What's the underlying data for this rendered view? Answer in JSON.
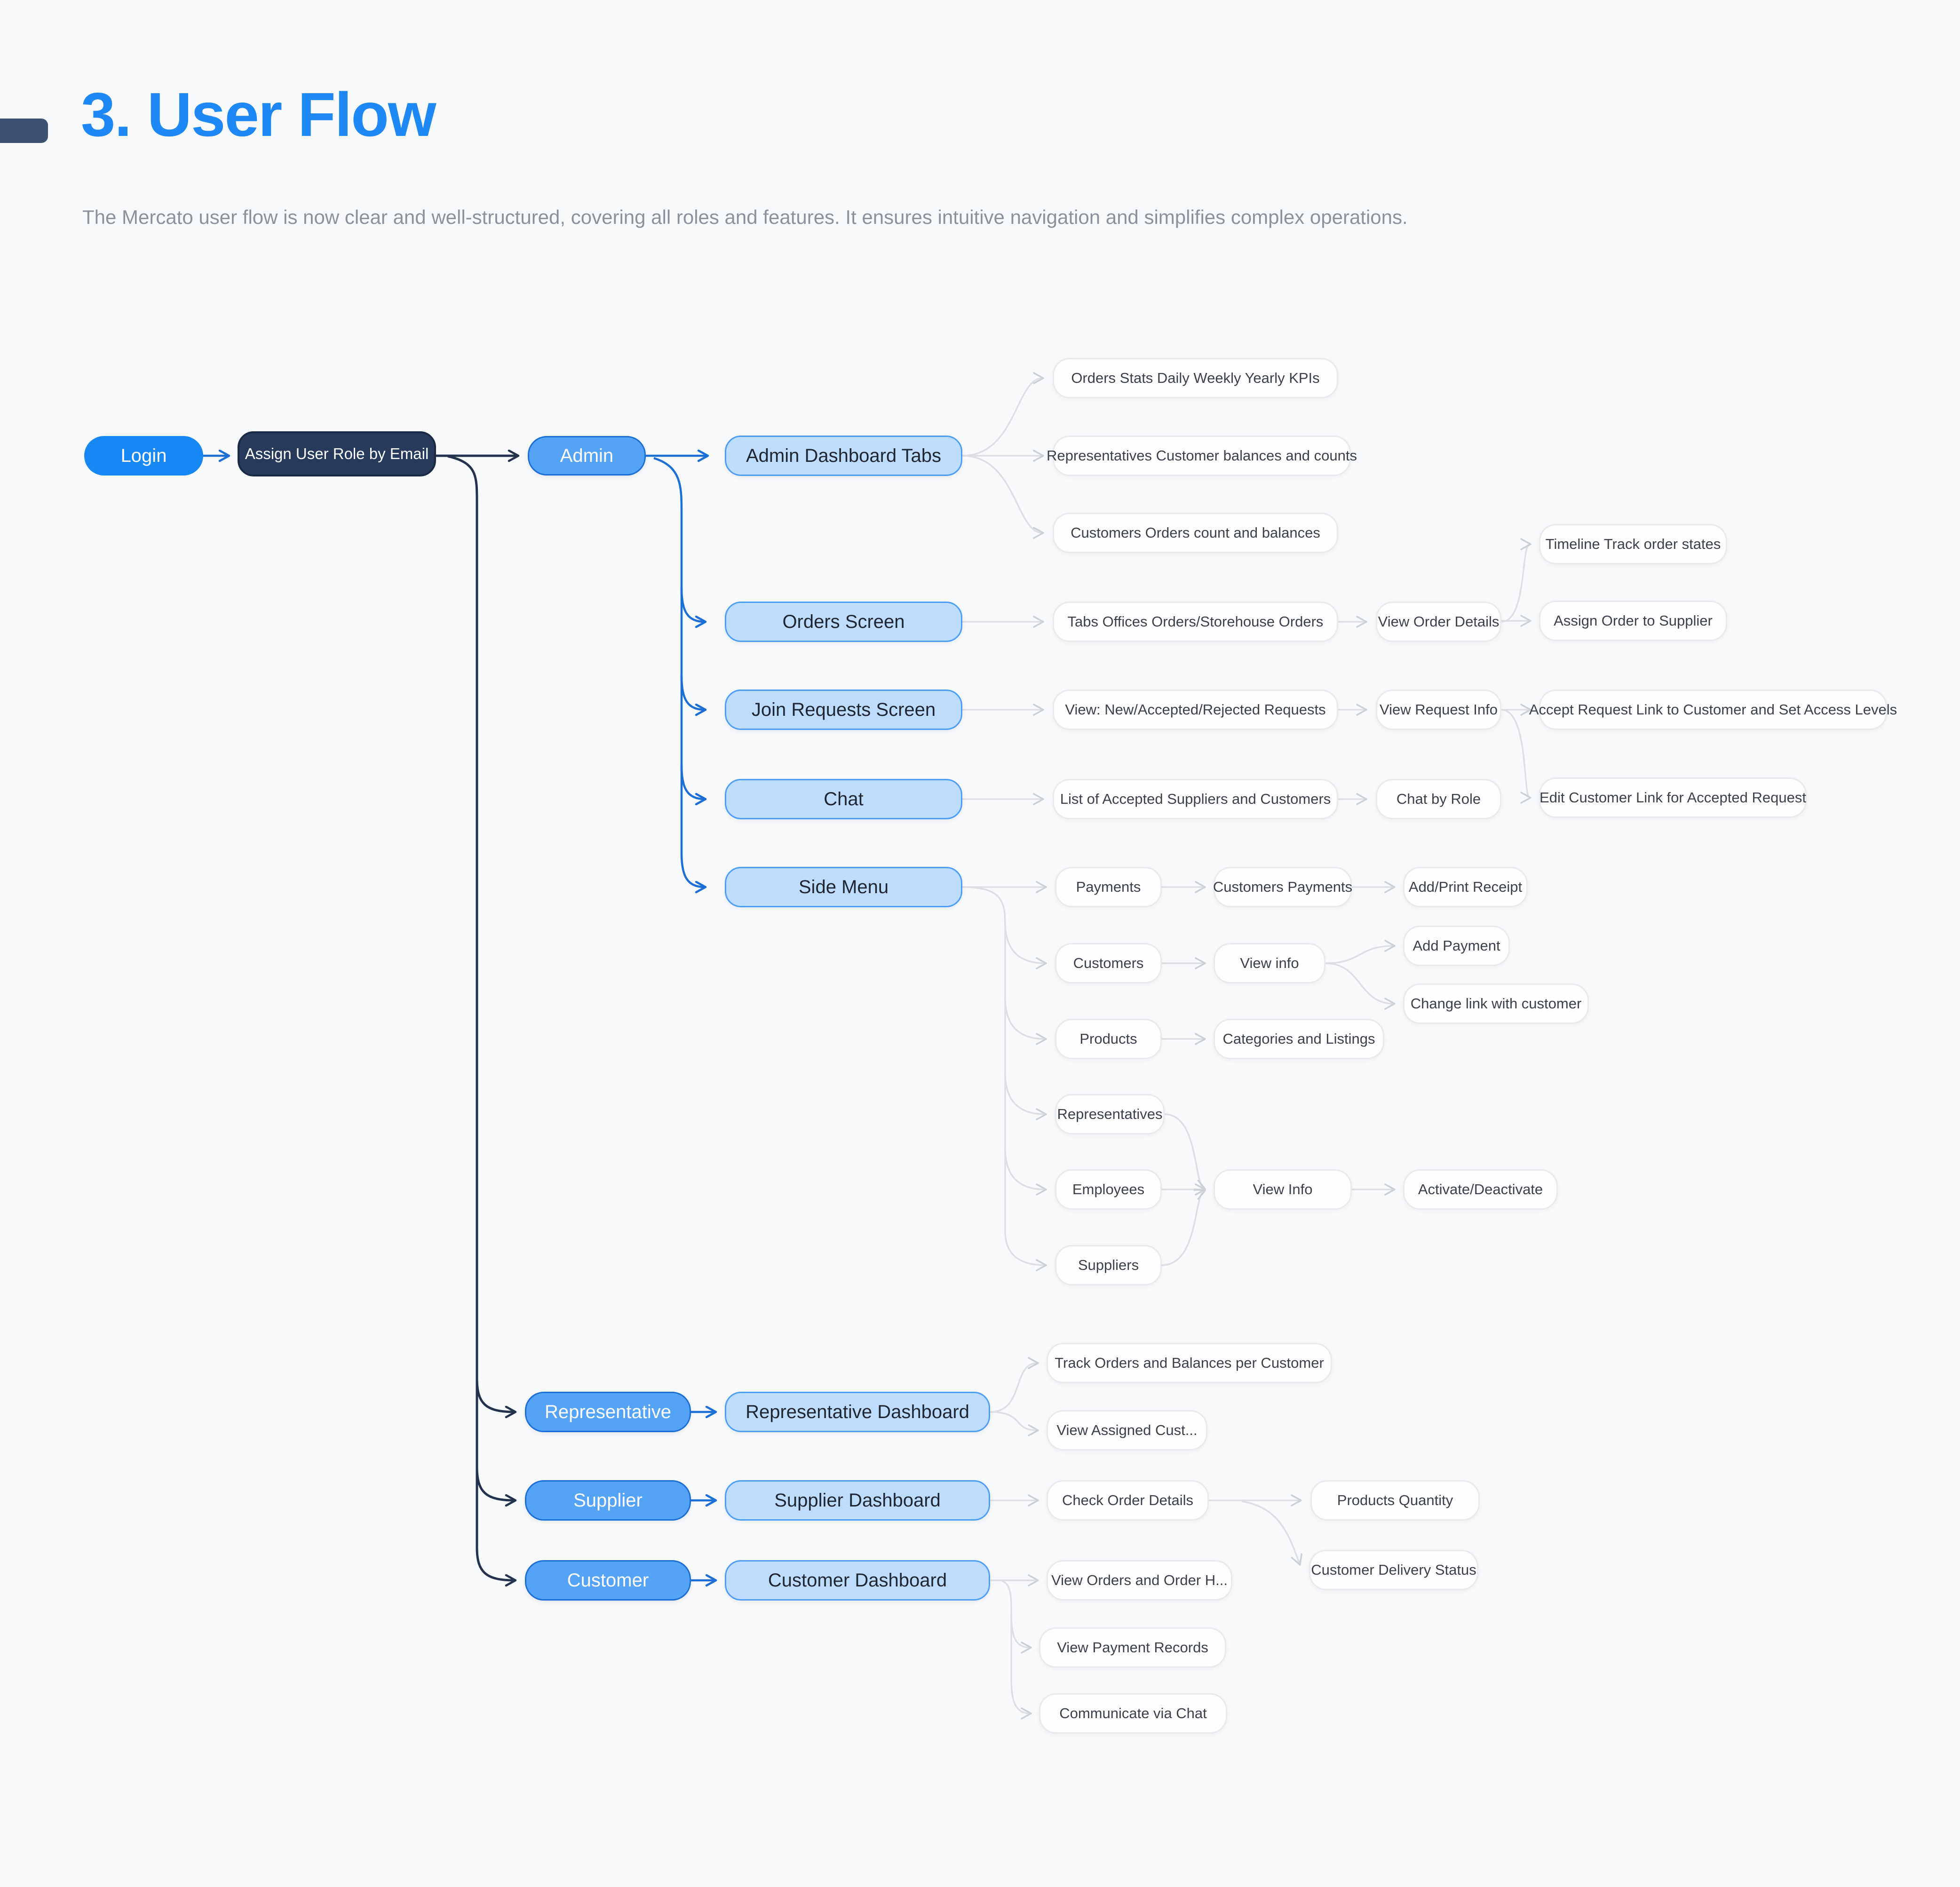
{
  "page": {
    "title": "3. User Flow",
    "subtitle": "The Mercato user flow is now clear and well-structured, covering all roles and features. It ensures intuitive navigation and simplifies complex operations."
  },
  "colors": {
    "background": "#F8F9FA",
    "title_blue": "#1E88F5",
    "accent_bar": "#3D5373",
    "subtitle_gray": "#8C929B",
    "login_fill": "#1787F3",
    "assign_fill": "#263A5C",
    "role_fill": "#55A3F7",
    "role_border": "#1D6FD8",
    "screen_fill": "#BEDCFC",
    "screen_border": "#4D9EF6",
    "white_node_fill": "#FDFDFE",
    "white_node_border": "#E9EBEE",
    "edge_gray": "#DDDFE2",
    "edge_blue": "#1D6FD8",
    "edge_dark": "#24324E"
  },
  "nodes": {
    "login": "Login",
    "assign_role": "Assign User Role by Email",
    "admin": "Admin",
    "admin_dashboard_tabs": "Admin Dashboard Tabs",
    "orders_stats": "Orders Stats Daily Weekly Yearly KPIs",
    "rep_customer_balances": "Representatives Customer balances and counts",
    "customers_orders_count": "Customers Orders count and balances",
    "orders_screen": "Orders Screen",
    "tabs_offices": "Tabs Offices Orders/Storehouse Orders",
    "view_order_details": "View Order Details",
    "timeline_track": "Timeline Track order states",
    "assign_order_supplier": "Assign Order to Supplier",
    "join_requests_screen": "Join Requests Screen",
    "view_requests": "View: New/Accepted/Rejected Requests",
    "view_request_info": "View Request Info",
    "accept_request_link": "Accept Request Link to Customer and Set Access Levels",
    "edit_customer_link": "Edit Customer Link for Accepted Request",
    "chat": "Chat",
    "list_accepted": "List of Accepted Suppliers and Customers",
    "chat_by_role": "Chat by Role",
    "side_menu": "Side Menu",
    "payments": "Payments",
    "customers_payments": "Customers Payments",
    "add_print_receipt": "Add/Print Receipt",
    "customers": "Customers",
    "view_info_lower": "View info",
    "add_payment": "Add Payment",
    "change_link": "Change link with customer",
    "products": "Products",
    "categories_listings": "Categories and Listings",
    "representatives": "Representatives",
    "employees": "Employees",
    "view_info_upper": "View Info",
    "activate_deactivate": "Activate/Deactivate",
    "suppliers": "Suppliers",
    "representative": "Representative",
    "representative_dashboard": "Representative Dashboard",
    "track_orders_balances": "Track Orders and Balances per Customer",
    "view_assigned_cust": "View Assigned Cust...",
    "supplier": "Supplier",
    "supplier_dashboard": "Supplier Dashboard",
    "check_order_details": "Check Order Details",
    "products_quantity": "Products Quantity",
    "customer_delivery_status": "Customer Delivery Status",
    "customer": "Customer",
    "customer_dashboard": "Customer Dashboard",
    "view_orders_history": "View Orders and Order H...",
    "view_payment_records": "View Payment Records",
    "communicate_chat": "Communicate via Chat"
  }
}
